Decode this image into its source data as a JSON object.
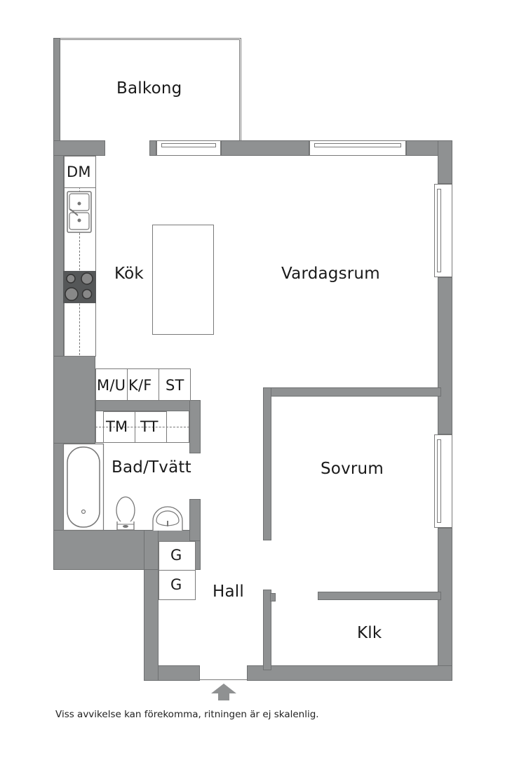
{
  "floorplan": {
    "rooms": {
      "balkong": "Balkong",
      "kok": "Kök",
      "vardagsrum": "Vardagsrum",
      "bad_tvatt": "Bad/Tvätt",
      "sovrum": "Sovrum",
      "hall": "Hall",
      "klk": "Klk"
    },
    "fixtures": {
      "dm": "DM",
      "mu": "M/U",
      "kf": "K/F",
      "st": "ST",
      "tm": "TM",
      "tt": "TT",
      "g1": "G",
      "g2": "G"
    },
    "entrance_icon": "entrance-arrow-up",
    "colors": {
      "wall": "#8f9192",
      "wall_outline": "#6f7172",
      "stove": "#555758",
      "background": "#ffffff"
    },
    "disclaimer": "Viss avvikelse kan förekomma, ritningen är ej skalenlig."
  }
}
